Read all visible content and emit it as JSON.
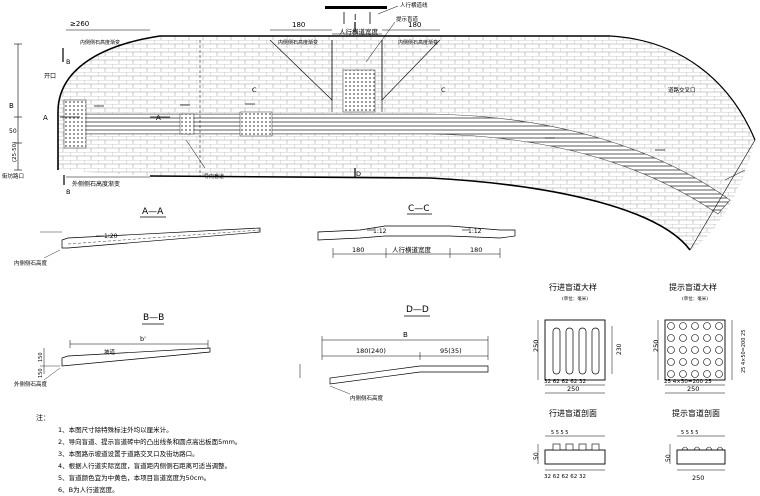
{
  "plan": {
    "dim_min": "≥260",
    "dim_180_left": "180",
    "dim_180_right": "180",
    "dim_I": "I",
    "label_walk_width": "人行横道宽度",
    "label_walk_line": "人行横道线",
    "label_hint_blind": "提示盲道",
    "label_inner_curb_top": "内侧侧石高度渐变",
    "label_inner_curb_top2": "内侧侧石高度渐变",
    "label_outer_curb": "外侧侧石高度渐变",
    "label_guide": "导向盲道",
    "label_open": "开口",
    "label_road_entrance": "道路交叉口",
    "label_street_entrance": "街坊路口",
    "label_B_left": "B",
    "label_50": "50",
    "label_25_50": "(25-50)",
    "sec_A": "A",
    "sec_B": "B",
    "sec_C": "C",
    "sec_D": "D",
    "sec_D_bottom": "D"
  },
  "section_AA": {
    "title": "A—A",
    "slope": "1:20",
    "label": "内侧侧石高度"
  },
  "section_CC": {
    "title": "C—C",
    "slope_left": "1:12",
    "slope_right": "1:12",
    "dim_left": "180",
    "dim_mid": "人行横道宽度",
    "dim_right": "180"
  },
  "section_BB": {
    "title": "B—B",
    "dim_b": "b'",
    "dim_150": "150",
    "label_slope": "坡道",
    "label_outer": "外侧侧石高度",
    "dim_150b": "150"
  },
  "section_DD": {
    "title": "D—D",
    "dim_B": "B",
    "dim_180": "180(240)",
    "dim_95": "95(35)",
    "label": "内侧侧石高度"
  },
  "detail_guide": {
    "title": "行进盲道大样",
    "unit": "(单位：毫米)",
    "dim_250_side": "250",
    "dim_230": "230",
    "dims_bottom": "32 62 62 62 32",
    "dim_250_bottom": "250"
  },
  "detail_hint": {
    "title": "提示盲道大样",
    "unit": "(单位：毫米)",
    "dim_250_side": "250",
    "dim_right": "25 4×50=200 25",
    "dims_bottom": "25 4×50=200 25",
    "dim_250_bottom": "250"
  },
  "section_guide": {
    "title": "行进盲道剖面",
    "dims_top": "5 5 5 5",
    "dims_bottom": "32 62 62 62 32",
    "dim_50": "50"
  },
  "section_hint": {
    "title": "提示盲道剖面",
    "dims_top": "5 5 5 5",
    "dim_50": "50",
    "dim_250": "250"
  },
  "notes": {
    "title": "注：",
    "items": [
      "1、本图尺寸除特殊标注外均以厘米计。",
      "2、导向盲道、提示盲道砖中的凸出线条和圆点高出板面5mm。",
      "3、本图路示坡道设置于道路交叉口及街坊路口。",
      "4、根据人行道实际宽度，盲道距内侧侧石距离可适当调整。",
      "5、盲道颜色宜为中黄色，本项目盲道宽度为50cm。",
      "6、B为人行道宽度。"
    ]
  }
}
